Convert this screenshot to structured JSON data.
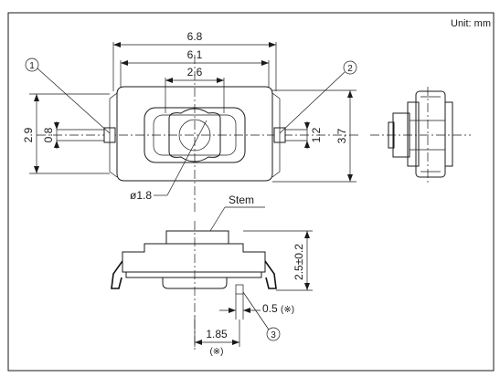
{
  "unit_label": "Unit: mm",
  "dimensions": {
    "width_overall": "6.8",
    "width_body": "6.1",
    "width_stem": "2.6",
    "height_left_outer": "2.9",
    "height_left_inner": "0.8",
    "height_right_inner": "1.2",
    "height_right_outer": "3.7",
    "stem_diameter": "ø1.8",
    "side_height": "2.5±0.2",
    "terminal_thickness": "0.5",
    "terminal_thickness_note": "(※)",
    "terminal_pitch": "1.85",
    "terminal_pitch_note": "(※)"
  },
  "labels": {
    "stem": "Stem",
    "callout_1": "1",
    "callout_2": "2",
    "callout_3": "3"
  }
}
